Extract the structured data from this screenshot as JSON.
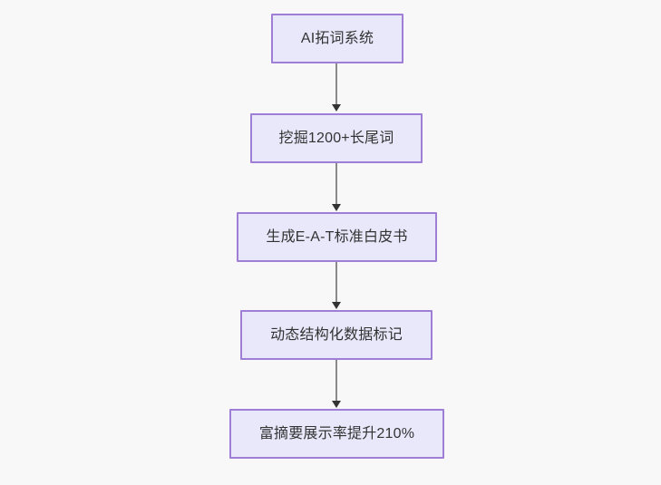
{
  "diagram": {
    "type": "flowchart",
    "direction": "top-to-bottom",
    "background_color": "#f8f8f8",
    "node_fill_color": "#e9e8fb",
    "node_border_color": "#9f7fd6",
    "node_text_color": "#333333",
    "edge_color": "#8a8a8a",
    "arrowhead_color": "#333333",
    "nodes": [
      {
        "id": "n1",
        "label": "AI拓词系统"
      },
      {
        "id": "n2",
        "label": "挖掘1200+长尾词"
      },
      {
        "id": "n3",
        "label": "生成E-A-T标准白皮书"
      },
      {
        "id": "n4",
        "label": "动态结构化数据标记"
      },
      {
        "id": "n5",
        "label": "富摘要展示率提升210%"
      }
    ],
    "edges": [
      {
        "from": "n1",
        "to": "n2",
        "label": ""
      },
      {
        "from": "n2",
        "to": "n3",
        "label": ""
      },
      {
        "from": "n3",
        "to": "n4",
        "label": ""
      },
      {
        "from": "n4",
        "to": "n5",
        "label": ""
      }
    ]
  }
}
